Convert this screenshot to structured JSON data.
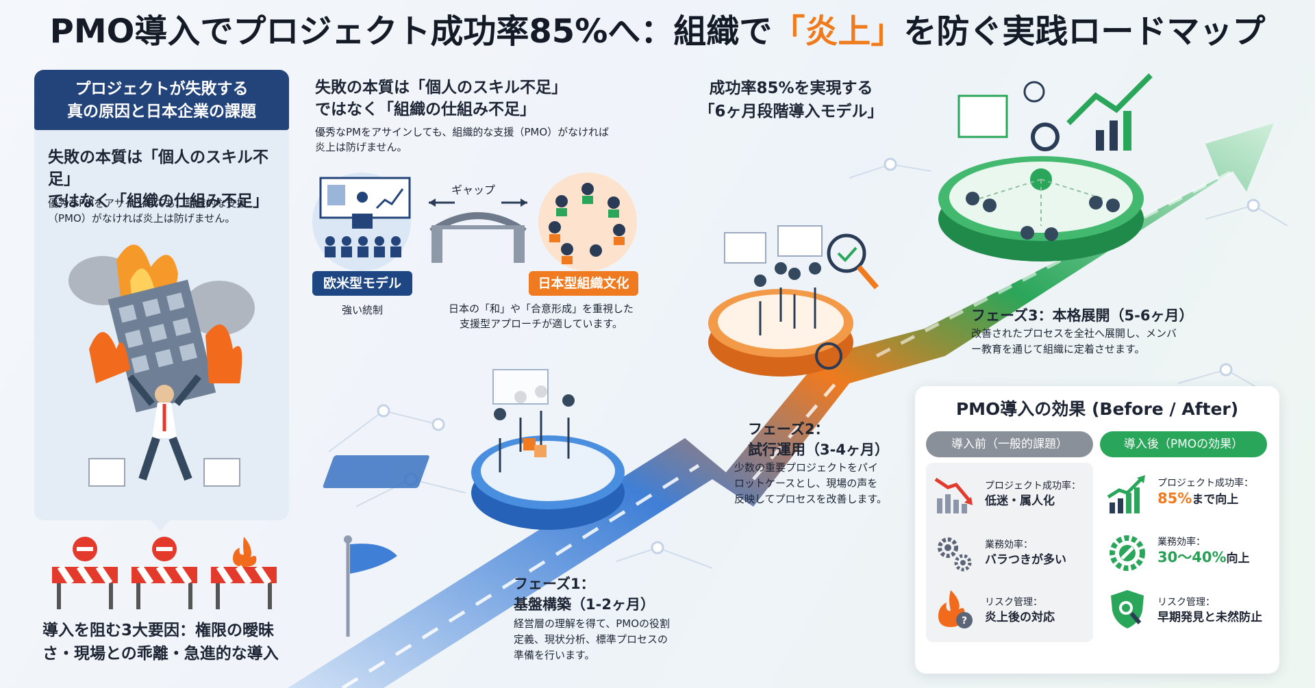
{
  "title": {
    "before": "PMO導入でプロジェクト成功率85%へ：組織で",
    "highlight": "「炎上」",
    "after": "を防ぐ実践ロードマップ"
  },
  "left_panel": {
    "header_line1": "プロジェクトが失敗する",
    "header_line2": "真の原因と日本企業の課題",
    "heading_line1": "失敗の本質は「個人のスキル不足」",
    "heading_line2": "ではなく「組織の仕組み不足」",
    "text_line1": "優秀なPMをアサインしても、組織的な支援",
    "text_line2": "（PMO）がなければ炎上は防げません。"
  },
  "barriers": {
    "line1": "導入を阻む3大要因：権限の曖昧",
    "line2": "さ・現場との乖離・急進的な導入"
  },
  "middle": {
    "heading_line1": "失敗の本質は「個人のスキル不足」",
    "heading_line2": "ではなく「組織の仕組み不足」",
    "text_line1": "優秀なPMをアサインしても、組織的な支援（PMO）がなければ",
    "text_line2": "炎上は防げません。",
    "gap_label": "ギャップ",
    "west_badge": "欧米型モデル",
    "west_sub": "強い統制",
    "japan_badge": "日本型組織文化",
    "japan_sub_line1": "日本の「和」や「合意形成」を重視した",
    "japan_sub_line2": "支援型アプローチが適しています。"
  },
  "roadmap": {
    "title_line1": "成功率85%を実現する",
    "title_line2": "「6ヶ月段階導入モデル」"
  },
  "phases": [
    {
      "label": "フェーズ1：",
      "name": "基盤構築（1-2ヶ月）",
      "desc_line1": "経営層の理解を得て、PMOの役割",
      "desc_line2": "定義、現状分析、標準プロセスの",
      "desc_line3": "準備を行います。"
    },
    {
      "label": "フェーズ2：",
      "name": "試行運用（3-4ヶ月）",
      "desc_line1": "少数の重要プロジェクトをパイ",
      "desc_line2": "ロットケースとし、現場の声を",
      "desc_line3": "反映してプロセスを改善します。"
    },
    {
      "label": "フェーズ3：本格展開（5-6ヶ月）",
      "desc_line1": "改善されたプロセスを全社へ展開し、メンバ",
      "desc_line2": "ー教育を通じて組織に定着させます。"
    }
  ],
  "effects": {
    "title": "PMO導入の効果 (Before / After)",
    "before_header": "導入前（一般的課題）",
    "after_header": "導入後（PMOの効果）",
    "before": [
      {
        "label": "プロジェクト成功率：",
        "value": "低迷・属人化"
      },
      {
        "label": "業務効率：",
        "value": "バラつきが多い"
      },
      {
        "label": "リスク管理：",
        "value": "炎上後の対応"
      }
    ],
    "after": [
      {
        "label": "プロジェクト成功率：",
        "value_strong": "85%",
        "value_rest": "まで向上"
      },
      {
        "label": "業務効率：",
        "value_strong": "30〜40%",
        "value_rest": "向上"
      },
      {
        "label": "リスク管理：",
        "value": "早期発見と未然防止"
      }
    ]
  },
  "colors": {
    "navy": "#23447a",
    "orange": "#ef7a1f",
    "green": "#2aa65a",
    "blue": "#3f7fd6"
  }
}
